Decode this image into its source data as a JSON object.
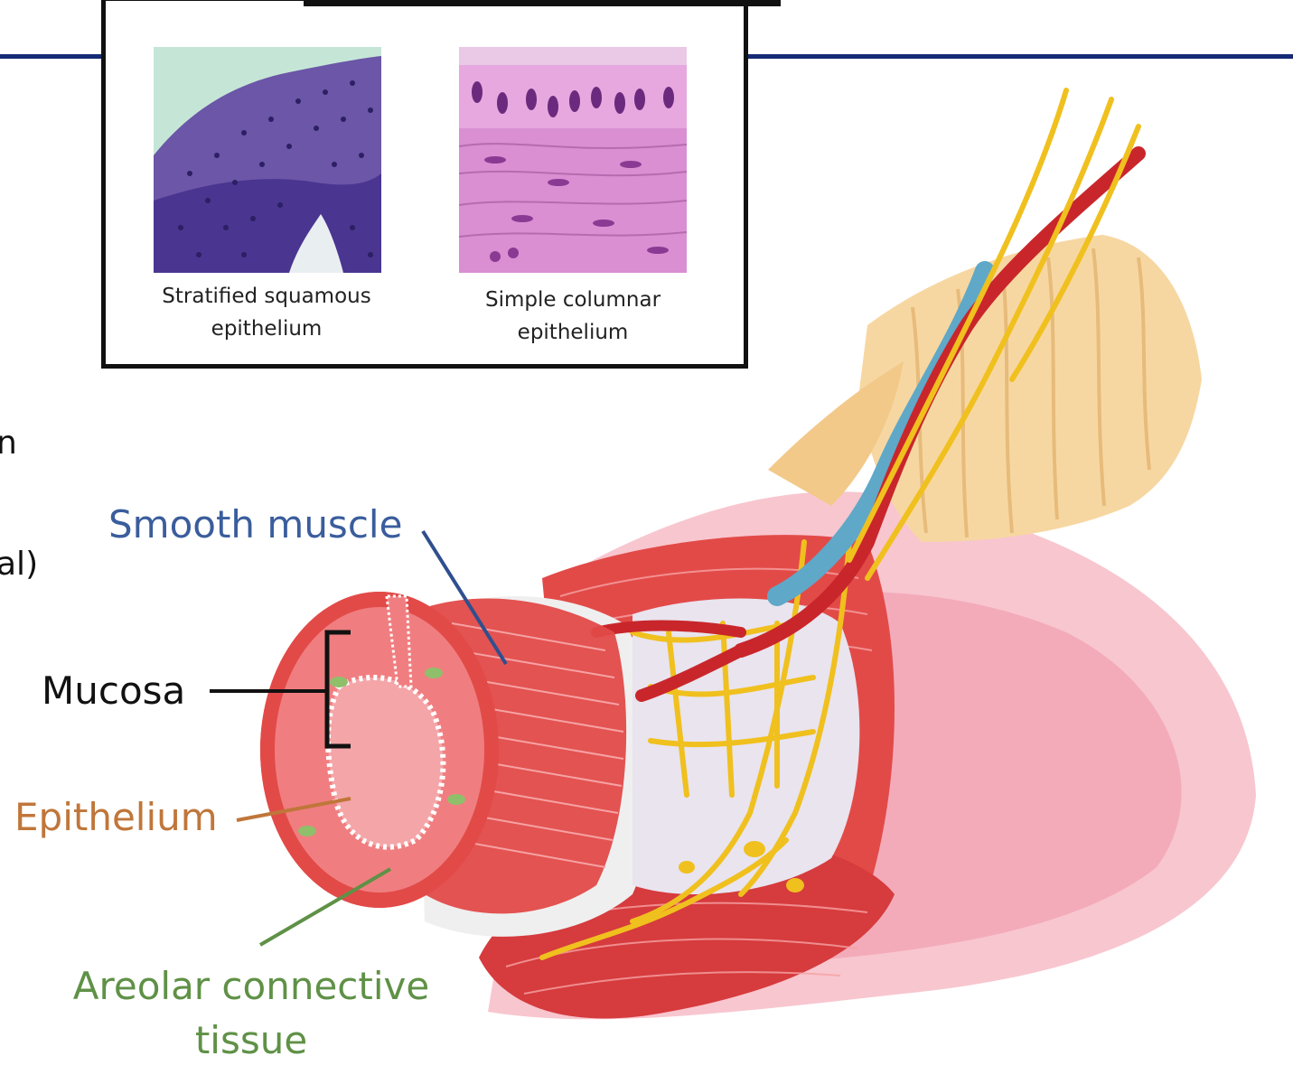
{
  "inset": {
    "left_caption": "Stratified squamous epithelium",
    "right_caption": "Simple columnar epithelium"
  },
  "edge_text": {
    "line1": "n",
    "line2": "al)"
  },
  "labels": {
    "smooth_muscle": "Smooth muscle",
    "mucosa": "Mucosa",
    "epithelium": "Epithelium",
    "areolar": "Areolar connective tissue"
  },
  "colors": {
    "rule": "#152a74",
    "smooth_muscle_label": "#3a5d9c",
    "epithelium_label": "#c0763a",
    "areolar_label": "#5f9146",
    "muscle_red": "#d8393a",
    "nerve_yellow": "#f0c01e",
    "vein_blue": "#5fa8c8",
    "fat": "#f7d7a1"
  }
}
